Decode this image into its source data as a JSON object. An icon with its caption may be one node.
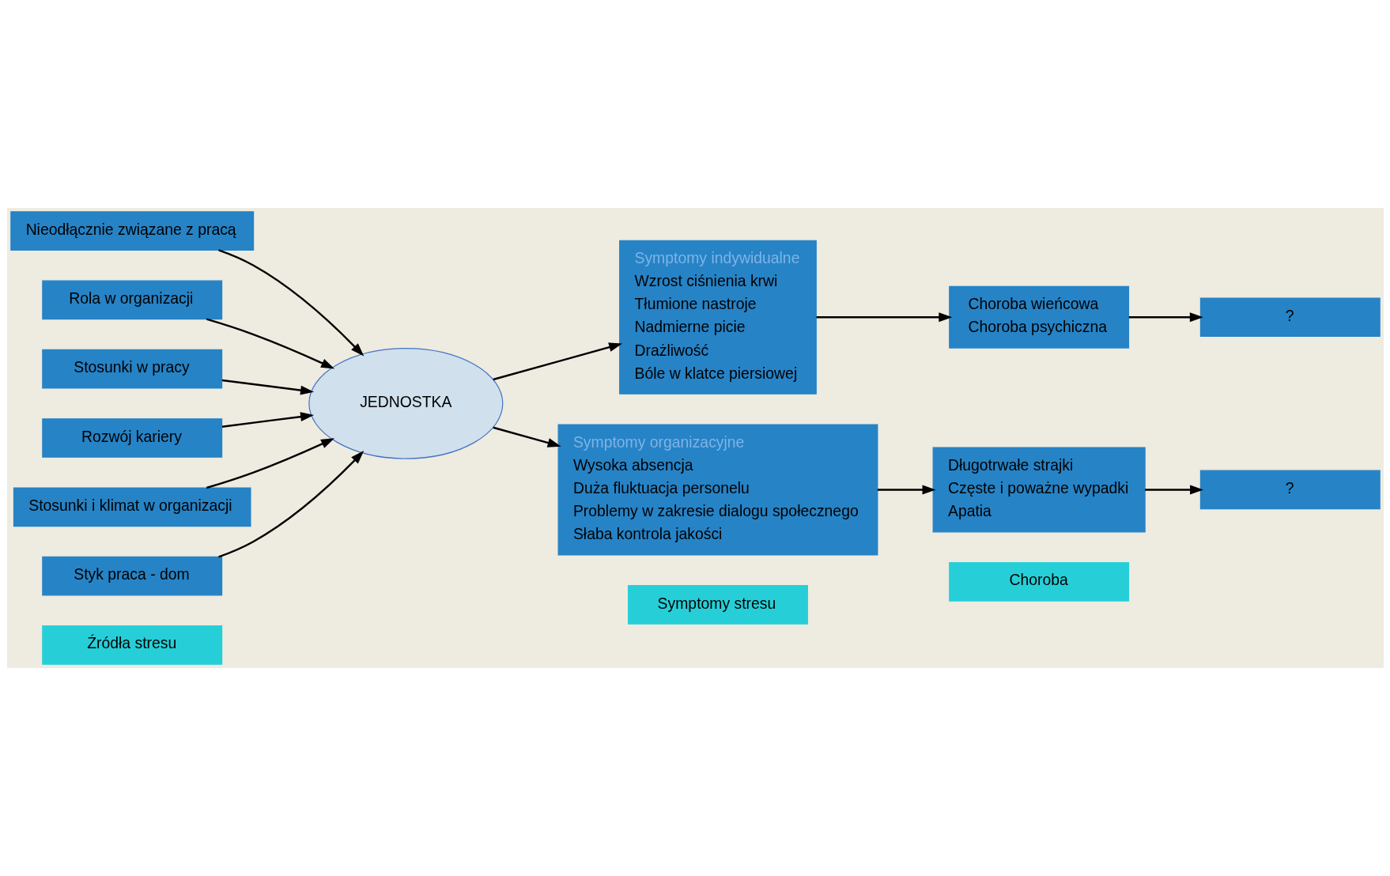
{
  "diagram": {
    "nodes": [
      {
        "text": [
          "Źródła stresu"
        ]
      },
      {
        "text": [
          "Symptomy stresu"
        ]
      },
      {
        "text": [
          "Choroba"
        ]
      },
      {
        "text": [
          "Nieodłącznie związane z pracą"
        ]
      },
      {
        "text": [
          "Rola w organizacji"
        ]
      },
      {
        "text": [
          "Stosunki w pracy"
        ]
      },
      {
        "text": [
          "Rozwój kariery"
        ]
      },
      {
        "text": [
          "Stosunki i klimat w organizacji"
        ]
      },
      {
        "text": [
          "Styk praca - dom"
        ]
      },
      {
        "text": [
          "JEDNOSTKA"
        ]
      },
      {
        "text": [
          "Symptomy indywidualne",
          "Wzrost ciśnienia krwi",
          "Tłumione nastroje",
          "Nadmierne picie",
          "Drażliwość",
          "Bóle w klatce piersiowej"
        ]
      },
      {
        "text": [
          "Symptomy organizacyjne",
          "Wysoka absencja",
          "Duża fluktuacja personelu",
          "Problemy w zakresie dialogu społecznego",
          "Słaba kontrola jakości"
        ]
      },
      {
        "text": [
          "Choroba wieńcowa",
          "Choroba psychiczna"
        ]
      },
      {
        "text": [
          "Długotrwałe strajki",
          "Częste i poważne wypadki",
          "Apatia"
        ]
      },
      {
        "text": [
          "?"
        ]
      },
      {
        "text": [
          "?"
        ]
      }
    ],
    "edges": [
      {
        "from": 3,
        "to": 9,
        "arrow": "to"
      },
      {
        "from": 4,
        "to": 9,
        "arrow": "to"
      },
      {
        "from": 5,
        "to": 9,
        "arrow": "to"
      },
      {
        "from": 6,
        "to": 9,
        "arrow": "to"
      },
      {
        "from": 7,
        "to": 9,
        "arrow": "to"
      },
      {
        "from": 8,
        "to": 9,
        "arrow": "to"
      },
      {
        "from": 9,
        "to": 10,
        "arrow": "to"
      },
      {
        "from": 9,
        "to": 11,
        "arrow": "to"
      },
      {
        "from": 10,
        "to": 12,
        "arrow": "to"
      },
      {
        "from": 11,
        "to": 13,
        "arrow": "to"
      },
      {
        "from": 12,
        "to": 14,
        "arrow": "to"
      },
      {
        "from": 13,
        "to": 15,
        "arrow": "to"
      }
    ]
  }
}
